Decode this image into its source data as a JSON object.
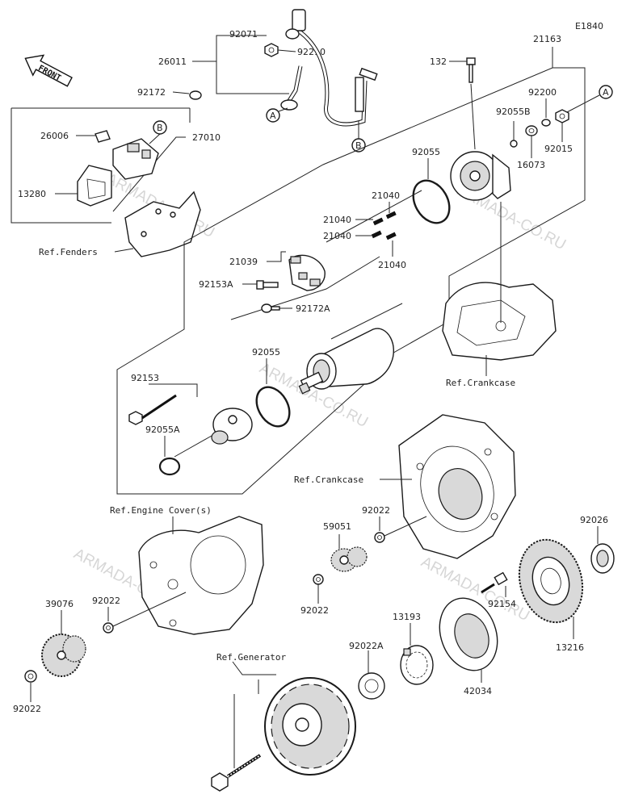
{
  "diagram_code": "E1840",
  "front_label": "FRONT",
  "watermark": "ARMADA-CO.RU",
  "callouts": {
    "A": "A",
    "B": "B"
  },
  "parts": {
    "p92071": "92071",
    "p26011": "26011",
    "p92210": "92210",
    "p21163": "21163",
    "p132": "132",
    "p92172": "92172",
    "p92200": "92200",
    "p26006": "26006",
    "p27010": "27010",
    "p92055B": "92055B",
    "p16073": "16073",
    "p92015": "92015",
    "p13280": "13280",
    "p92055_top": "92055",
    "p21040_a": "21040",
    "p21040_b": "21040",
    "p21040_c": "21040",
    "p21040_d": "21040",
    "p21039": "21039",
    "p92153A": "92153A",
    "p92172A": "92172A",
    "p92055_mid": "92055",
    "p92153": "92153",
    "p92055A": "92055A",
    "p92022_a": "92022",
    "p59051": "59051",
    "p92026": "92026",
    "p92022_b": "92022",
    "p39076": "39076",
    "p92022_c": "92022",
    "p92154": "92154",
    "p13193": "13193",
    "p92022A": "92022A",
    "p13216": "13216",
    "p92022_d": "92022",
    "p42034": "42034"
  },
  "refs": {
    "fenders": "Ref.Fenders",
    "crankcase_1": "Ref.Crankcase",
    "crankcase_2": "Ref.Crankcase",
    "engine_covers": "Ref.Engine Cover(s)",
    "generator": "Ref.Generator"
  }
}
